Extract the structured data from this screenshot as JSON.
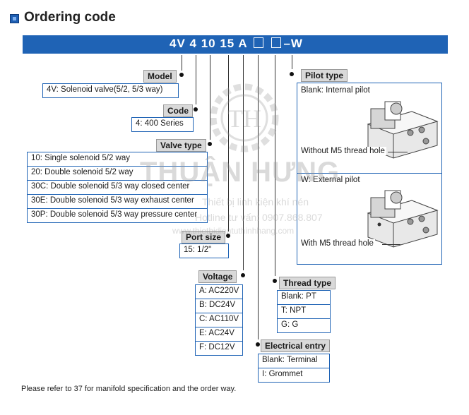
{
  "header": {
    "title": "Ordering code"
  },
  "code": {
    "part1": "4V 4 10 15 A",
    "part2": "–W"
  },
  "model": {
    "label": "Model",
    "value": "4V: Solenoid valve(5/2, 5/3 way)"
  },
  "series": {
    "label": "Code",
    "value": "4: 400 Series"
  },
  "valve_type": {
    "label": "Valve type",
    "items": [
      "10: Single solenoid 5/2 way",
      "20: Double solenoid 5/2 way",
      "30C: Double solenoid 5/3 way closed center",
      "30E: Double solenoid 5/3 way exhaust center",
      "30P: Double solenoid 5/3 way pressure center"
    ]
  },
  "port_size": {
    "label": "Port size",
    "value": "15: 1/2\""
  },
  "voltage": {
    "label": "Voltage",
    "items": [
      "A: AC220V",
      "B: DC24V",
      "C: AC110V",
      "E: AC24V",
      "F: DC12V"
    ]
  },
  "electrical": {
    "label": "Electrical entry",
    "items": [
      "Blank: Terminal",
      "I: Grommet"
    ]
  },
  "thread": {
    "label": "Thread type",
    "items": [
      "Blank: PT",
      "T: NPT",
      "G: G"
    ]
  },
  "pilot": {
    "label": "Pilot type",
    "internal": "Blank: Internal pilot",
    "without_m5": "Without M5 thread hole",
    "external": "W: External pilot",
    "with_m5": "With M5 thread hole"
  },
  "watermark": {
    "brand": "THUẬN HƯNG",
    "line1": "Thiết bị linh kiện khí nén",
    "line2": "Hotline tư vấn: 0907.868.807",
    "line3": "www.thietbidientuthinhhang.com"
  },
  "footer": "Please refer to 37 for manifold specification and the order way."
}
